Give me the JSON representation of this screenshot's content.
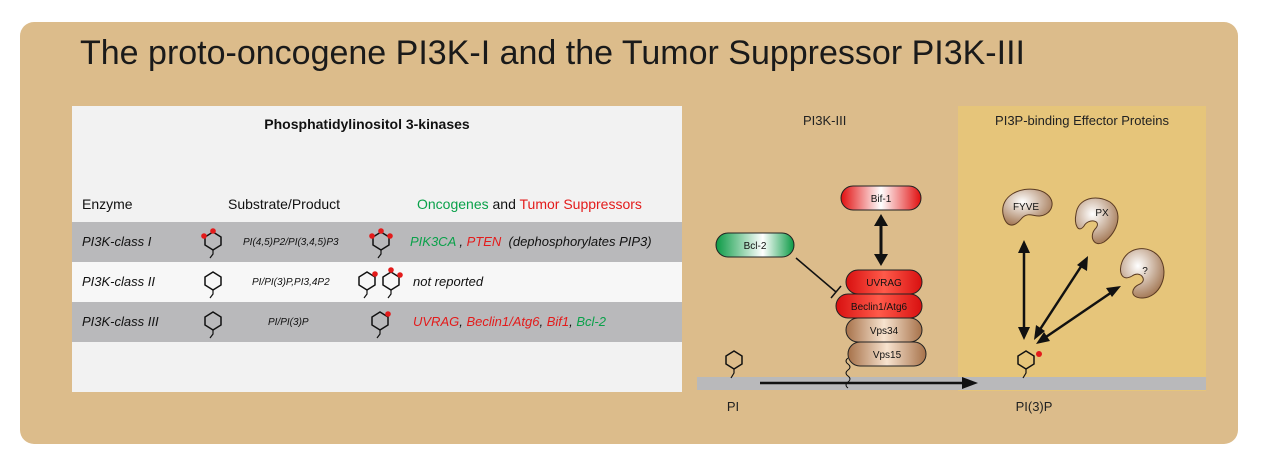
{
  "title": "The proto-oncogene PI3K-I and the Tumor Suppressor PI3K-III",
  "table": {
    "heading": "Phosphatidylinositol 3-kinases",
    "col_enzyme": "Enzyme",
    "col_substrate": "Substrate/Product",
    "col_onc_a": "Oncogenes",
    "col_onc_and": "and",
    "col_onc_b": "Tumor Suppressors",
    "rows": [
      {
        "enzyme": "PI3K-class I",
        "substrate": "PI(4,5)P2/PI(3,4,5)P3",
        "g1": "PIK3CA",
        "sep1": " , ",
        "r1": "PTEN",
        "note": "  (dephosphorylates PIP3)"
      },
      {
        "enzyme": "PI3K-class II",
        "substrate": "PI/PI(3)P,PI3,4P2",
        "note": "not reported"
      },
      {
        "enzyme": "PI3K-class III",
        "substrate": "PI/PI(3)P",
        "r1": "UVRAG",
        "sep1": ", ",
        "r2": "Beclin1/Atg6",
        "sep2": ", ",
        "r3": "Bif1",
        "sep3": ", ",
        "g1": "Bcl-2"
      }
    ]
  },
  "diagram": {
    "pi3k3_label": "PI3K-III",
    "effector_label": "PI3P-binding Effector Proteins",
    "bif1": "Bif-1",
    "bcl2": "Bcl-2",
    "uvrag": "UVRAG",
    "beclin": "Beclin1/Atg6",
    "vps34": "Vps34",
    "vps15": "Vps15",
    "fyve": "FYVE",
    "px": "PX",
    "unknown": "?",
    "pi": "PI",
    "pi3p": "PI(3)P"
  },
  "colors": {
    "frame": "#dcbc8b",
    "effector_bg": "#e6c57a",
    "green": "#0aa14a",
    "red": "#e31b1b",
    "membrane": "#b9b9bb"
  }
}
